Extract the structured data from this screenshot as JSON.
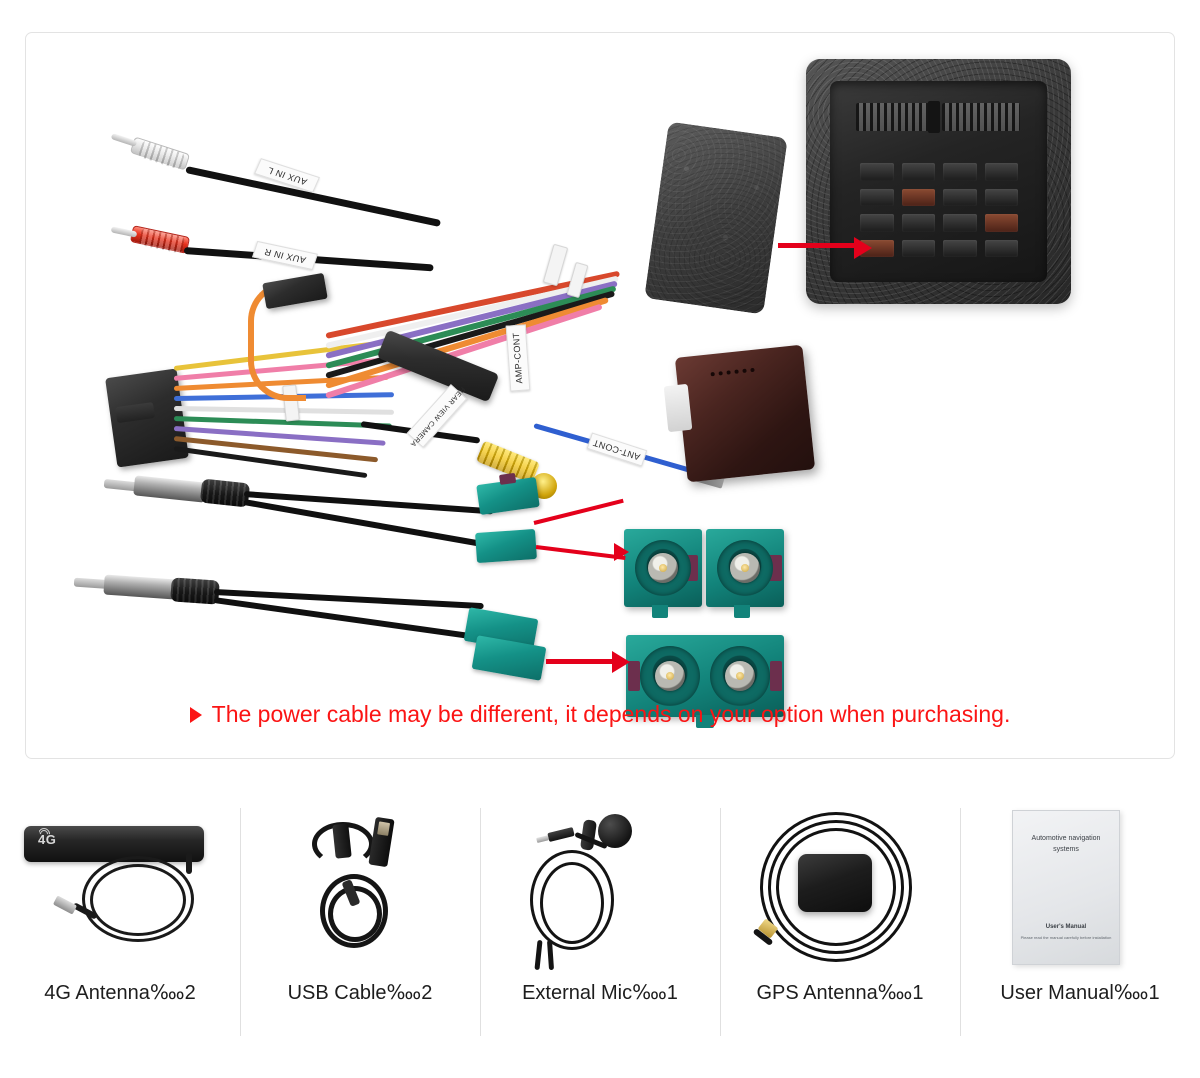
{
  "main_panel": {
    "title": "car stereo wiring harness kit photo",
    "connector_socket": {
      "name": "quadlock-iso-socket",
      "pin_rows": 4,
      "pin_cols": 4
    },
    "cable_labels": [
      {
        "id": "aux-in-l",
        "text": "AUX IN L"
      },
      {
        "id": "aux-in-r",
        "text": "AUX IN R"
      },
      {
        "id": "amp-cont",
        "text": "AMP-CONT"
      },
      {
        "id": "rear-view-camera",
        "text": "REAR VIEW CAMERA"
      },
      {
        "id": "ant-cont",
        "text": "ANT-CONT"
      }
    ],
    "notice": {
      "bullet": "triangle-right",
      "text": "The power cable may be different, it depends on your option when purchasing."
    }
  },
  "accessories": [
    {
      "id": "4g-antenna",
      "label": "4G Antenna‱2",
      "badge": "4G",
      "icon": "antenna-patch-icon"
    },
    {
      "id": "usb-cable",
      "label": "USB Cable‱2",
      "icon": "usb-cable-icon"
    },
    {
      "id": "external-mic",
      "label": "External Mic‱1",
      "icon": "microphone-icon"
    },
    {
      "id": "gps-antenna",
      "label": "GPS Antenna‱1",
      "icon": "gps-puck-icon"
    },
    {
      "id": "user-manual",
      "label": "User Manual‱1",
      "icon": "manual-icon"
    }
  ],
  "manual_cover": {
    "title": "Automotive navigation systems",
    "subtitle": "User's Manual",
    "fine_print": "Please read the manual carefully before installation"
  },
  "colors": {
    "notice_red": "#fb1414",
    "arrow_red": "#e4001b",
    "fakra_teal": "#12837a",
    "panel_border": "#e3e3e3",
    "divider": "#e0e0e0"
  }
}
